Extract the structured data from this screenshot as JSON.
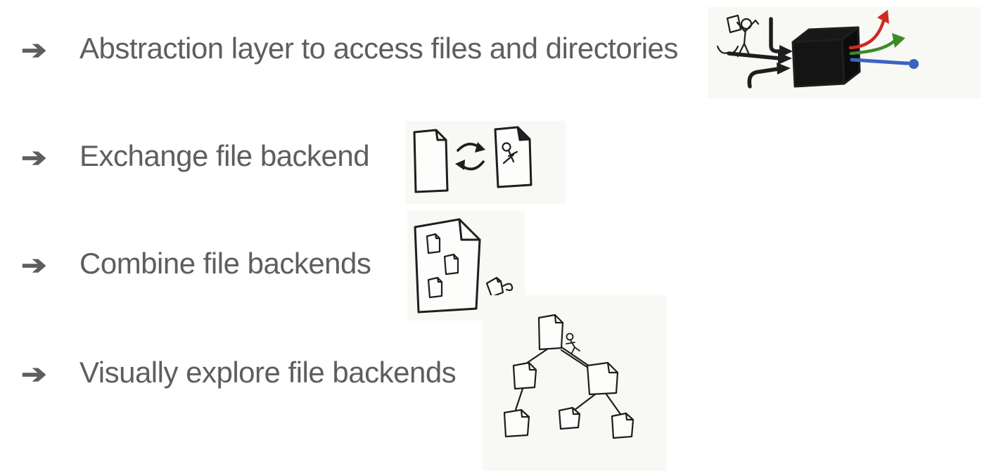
{
  "slide": {
    "bullet_glyph": "➔",
    "text_color": "#5e5e5e",
    "items": [
      {
        "label": "Abstraction layer to access files and directories",
        "illustration": "user-blackbox-colored-outputs-sketch"
      },
      {
        "label": "Exchange file backend",
        "illustration": "two-files-sync-sketch"
      },
      {
        "label": "Combine file backends",
        "illustration": "file-containing-files-sketch"
      },
      {
        "label": "Visually explore file backends",
        "illustration": "file-tree-sketch"
      }
    ],
    "sketch_colors": {
      "ink": "#1e1e1e",
      "box_fill": "#141414",
      "red_arrow": "#cf2a24",
      "green_arrow": "#3c8b27",
      "blue_arrow": "#3a63c4",
      "panel_background": "#f8f8f5"
    }
  }
}
